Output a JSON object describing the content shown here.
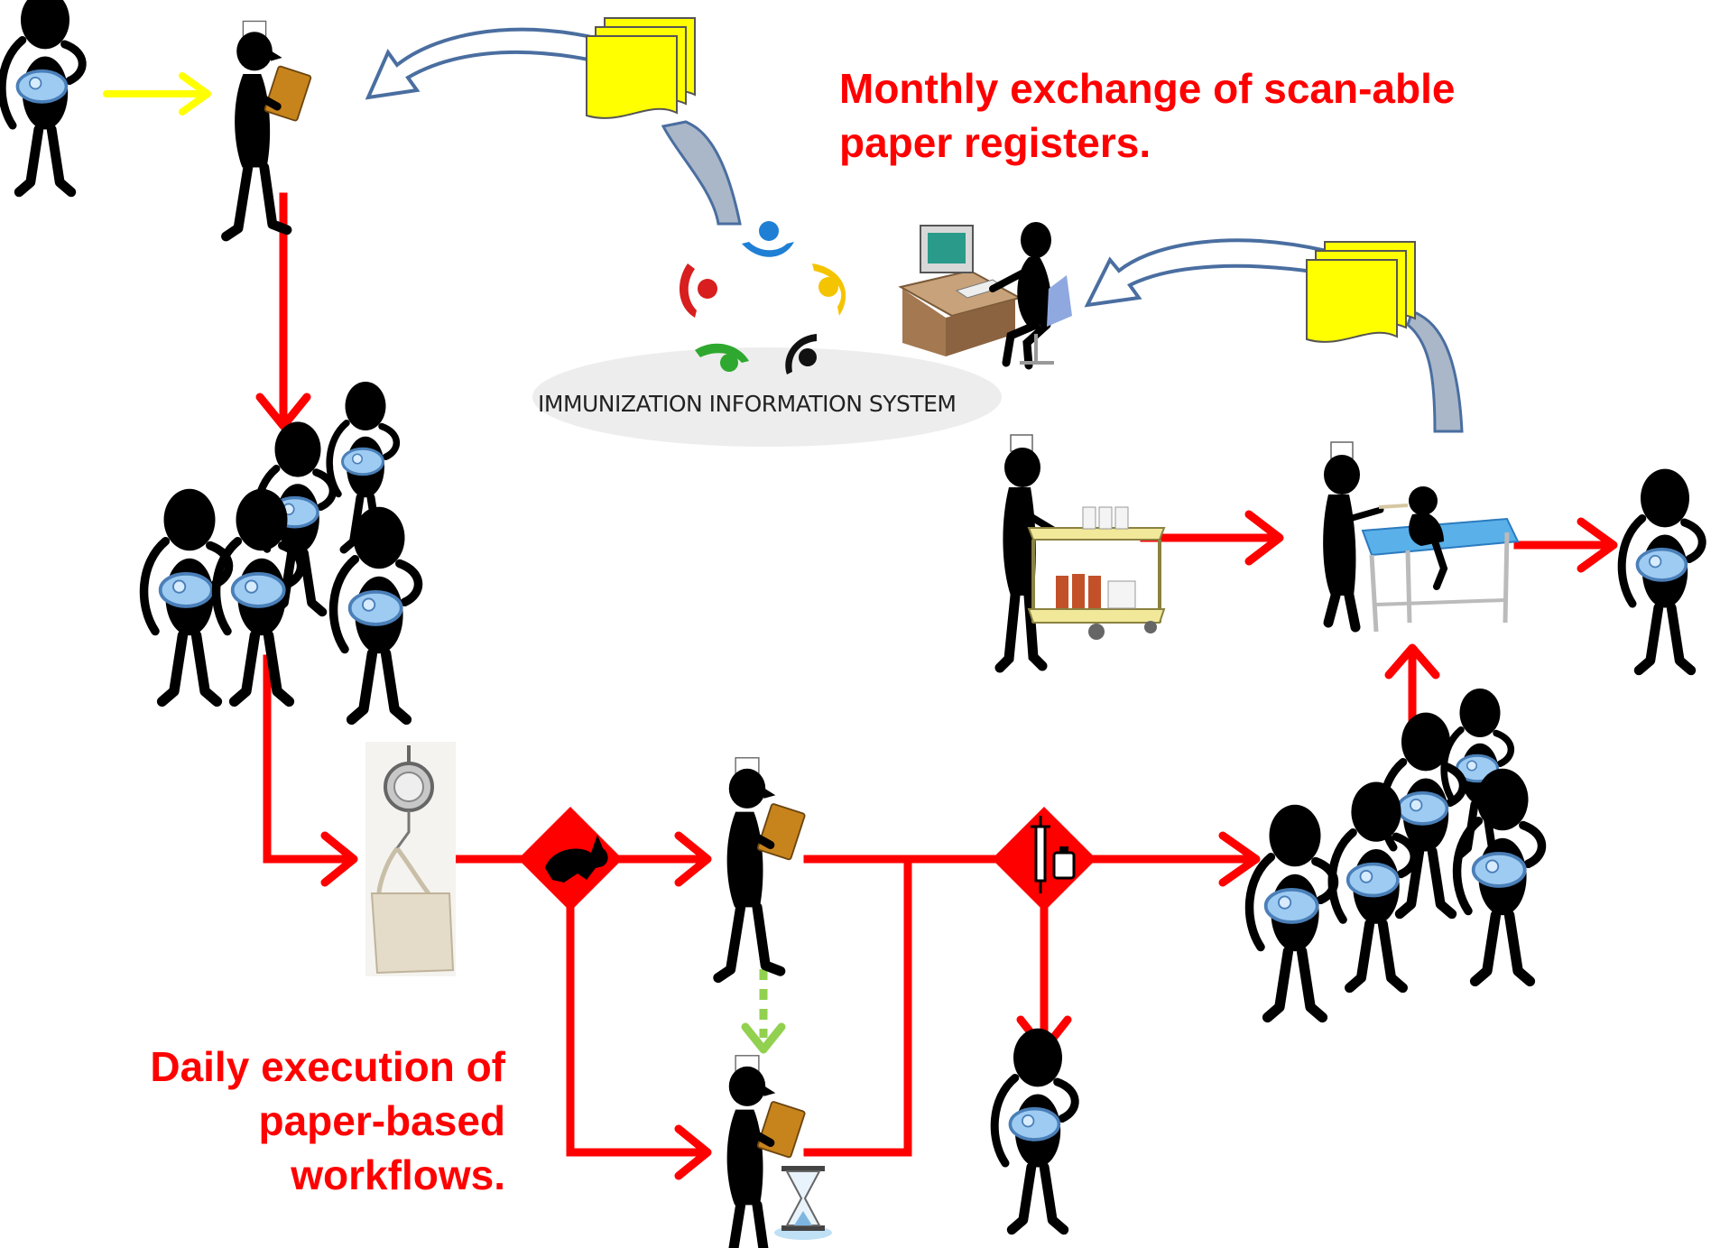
{
  "colors": {
    "flow_arrow": "#ff0000",
    "caption_text": "#ff0000",
    "start_arrow": "#ffff00",
    "dashed_arrow": "#92d050",
    "register_paper": "#ffff00",
    "curved_arrow": "#4a6ea0",
    "figure": "#000000",
    "baby_blanket": "#9ecbf2",
    "clipboard": "#c8841c",
    "decision_diamond": "#ff0000"
  },
  "captions": {
    "monthly_line1": "Monthly exchange of scan-able",
    "monthly_line2": "paper registers.",
    "daily_line1": "Daily execution of",
    "daily_line2": "paper-based",
    "daily_line3": "workflows."
  },
  "logo": {
    "text": "IMMUNIZATION INFORMATION SYSTEM",
    "colors": [
      "#1f7fd4",
      "#f5c400",
      "#111111",
      "#2fa82f",
      "#d81e1e"
    ]
  },
  "icons": [
    "mother-with-baby-icon",
    "nurse-with-clipboard-icon",
    "paper-register-stack-icon",
    "curved-arrow-icon",
    "clerk-at-computer-icon",
    "hanging-scale-icon",
    "rabbit-decision-icon",
    "syringe-vial-decision-icon",
    "hourglass-icon",
    "nurse-with-cart-icon",
    "vaccination-table-icon"
  ]
}
